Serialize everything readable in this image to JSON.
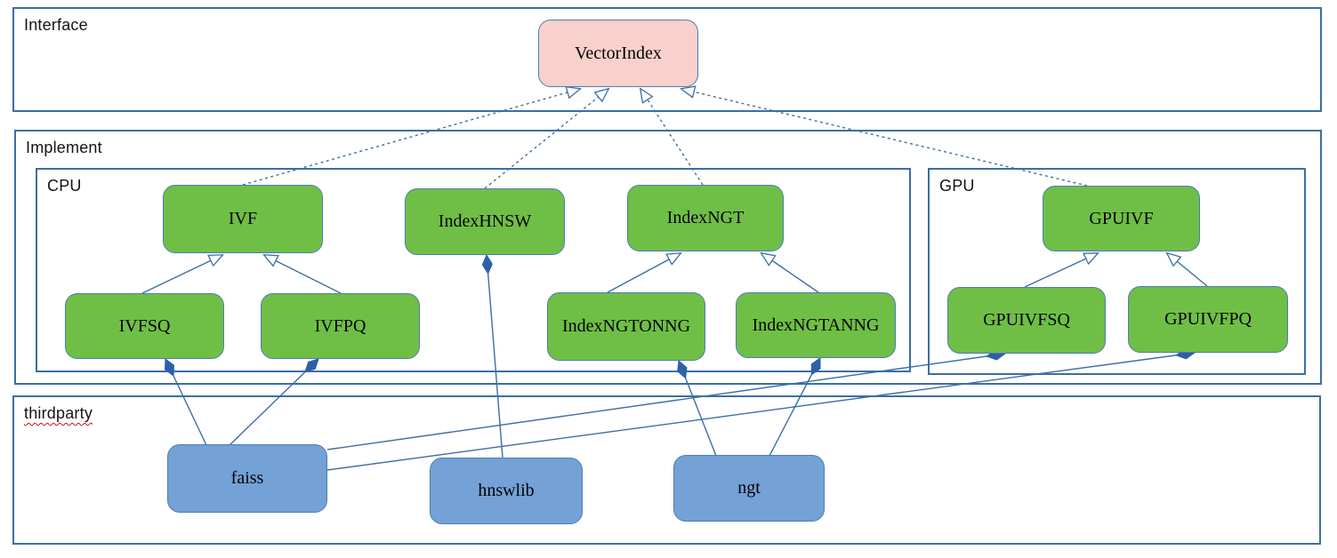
{
  "diagram": {
    "kind": "uml-class-diagram",
    "containers": {
      "interface": {
        "label": "Interface"
      },
      "implement": {
        "label": "Implement"
      },
      "cpu": {
        "label": "CPU"
      },
      "gpu": {
        "label": "GPU"
      },
      "thirdparty": {
        "label": "thirdparty"
      }
    },
    "nodes": {
      "vectorindex": {
        "label": "VectorIndex",
        "group": "interface",
        "fill": "#f8d0cc"
      },
      "ivf": {
        "label": "IVF",
        "group": "cpu",
        "fill": "#6fbf46"
      },
      "indexhnsw": {
        "label": "IndexHNSW",
        "group": "cpu",
        "fill": "#6fbf46"
      },
      "indexngt": {
        "label": "IndexNGT",
        "group": "cpu",
        "fill": "#6fbf46"
      },
      "ivfsq": {
        "label": "IVFSQ",
        "group": "cpu",
        "fill": "#6fbf46"
      },
      "ivfpq": {
        "label": "IVFPQ",
        "group": "cpu",
        "fill": "#6fbf46"
      },
      "indexngtonng": {
        "label": "IndexNGTONNG",
        "group": "cpu",
        "fill": "#6fbf46"
      },
      "indexngtanng": {
        "label": "IndexNGTANNG",
        "group": "cpu",
        "fill": "#6fbf46"
      },
      "gpuivf": {
        "label": "GPUIVF",
        "group": "gpu",
        "fill": "#6fbf46"
      },
      "gpuivfsq": {
        "label": "GPUIVFSQ",
        "group": "gpu",
        "fill": "#6fbf46"
      },
      "gpuivfpq": {
        "label": "GPUIVFPQ",
        "group": "gpu",
        "fill": "#6fbf46"
      },
      "faiss": {
        "label": "faiss",
        "group": "thirdparty",
        "fill": "#74a1d6"
      },
      "hnswlib": {
        "label": "hnswlib",
        "group": "thirdparty",
        "fill": "#74a1d6"
      },
      "ngt": {
        "label": "ngt",
        "group": "thirdparty",
        "fill": "#74a1d6"
      }
    },
    "edges": [
      {
        "from": "IVF",
        "to": "VectorIndex",
        "type": "realization",
        "style": "dashed-hollow-arrow"
      },
      {
        "from": "IndexHNSW",
        "to": "VectorIndex",
        "type": "realization",
        "style": "dashed-hollow-arrow"
      },
      {
        "from": "IndexNGT",
        "to": "VectorIndex",
        "type": "realization",
        "style": "dashed-hollow-arrow"
      },
      {
        "from": "GPUIVF",
        "to": "VectorIndex",
        "type": "realization",
        "style": "dashed-hollow-arrow"
      },
      {
        "from": "IVFSQ",
        "to": "IVF",
        "type": "generalization",
        "style": "solid-hollow-arrow"
      },
      {
        "from": "IVFPQ",
        "to": "IVF",
        "type": "generalization",
        "style": "solid-hollow-arrow"
      },
      {
        "from": "IndexNGTONNG",
        "to": "IndexNGT",
        "type": "generalization",
        "style": "solid-hollow-arrow"
      },
      {
        "from": "IndexNGTANNG",
        "to": "IndexNGT",
        "type": "generalization",
        "style": "solid-hollow-arrow"
      },
      {
        "from": "GPUIVFSQ",
        "to": "GPUIVF",
        "type": "generalization",
        "style": "solid-hollow-arrow"
      },
      {
        "from": "GPUIVFPQ",
        "to": "GPUIVF",
        "type": "generalization",
        "style": "solid-hollow-arrow"
      },
      {
        "from": "IndexHNSW",
        "to": "hnswlib",
        "type": "composition",
        "style": "solid-filled-diamond"
      },
      {
        "from": "IVFSQ",
        "to": "faiss",
        "type": "composition",
        "style": "solid-filled-diamond"
      },
      {
        "from": "IVFPQ",
        "to": "faiss",
        "type": "composition",
        "style": "solid-filled-diamond"
      },
      {
        "from": "IndexNGTONNG",
        "to": "ngt",
        "type": "composition",
        "style": "solid-filled-diamond"
      },
      {
        "from": "IndexNGTANNG",
        "to": "ngt",
        "type": "composition",
        "style": "solid-filled-diamond"
      },
      {
        "from": "GPUIVFSQ",
        "to": "faiss",
        "type": "composition",
        "style": "solid-filled-diamond"
      },
      {
        "from": "GPUIVFPQ",
        "to": "faiss",
        "type": "composition",
        "style": "solid-filled-diamond"
      }
    ],
    "colors": {
      "container_border": "#3c6ea5",
      "node_border": "#4d7cb2",
      "edge": "#3c6ea5",
      "interface_node_fill": "#f8d0cc",
      "implement_node_fill": "#6fbf46",
      "thirdparty_node_fill": "#74a1d6",
      "diamond_fill": "#2e5fa8",
      "label_text": "#000000",
      "spellcheck_underline": "#cc1414"
    }
  }
}
